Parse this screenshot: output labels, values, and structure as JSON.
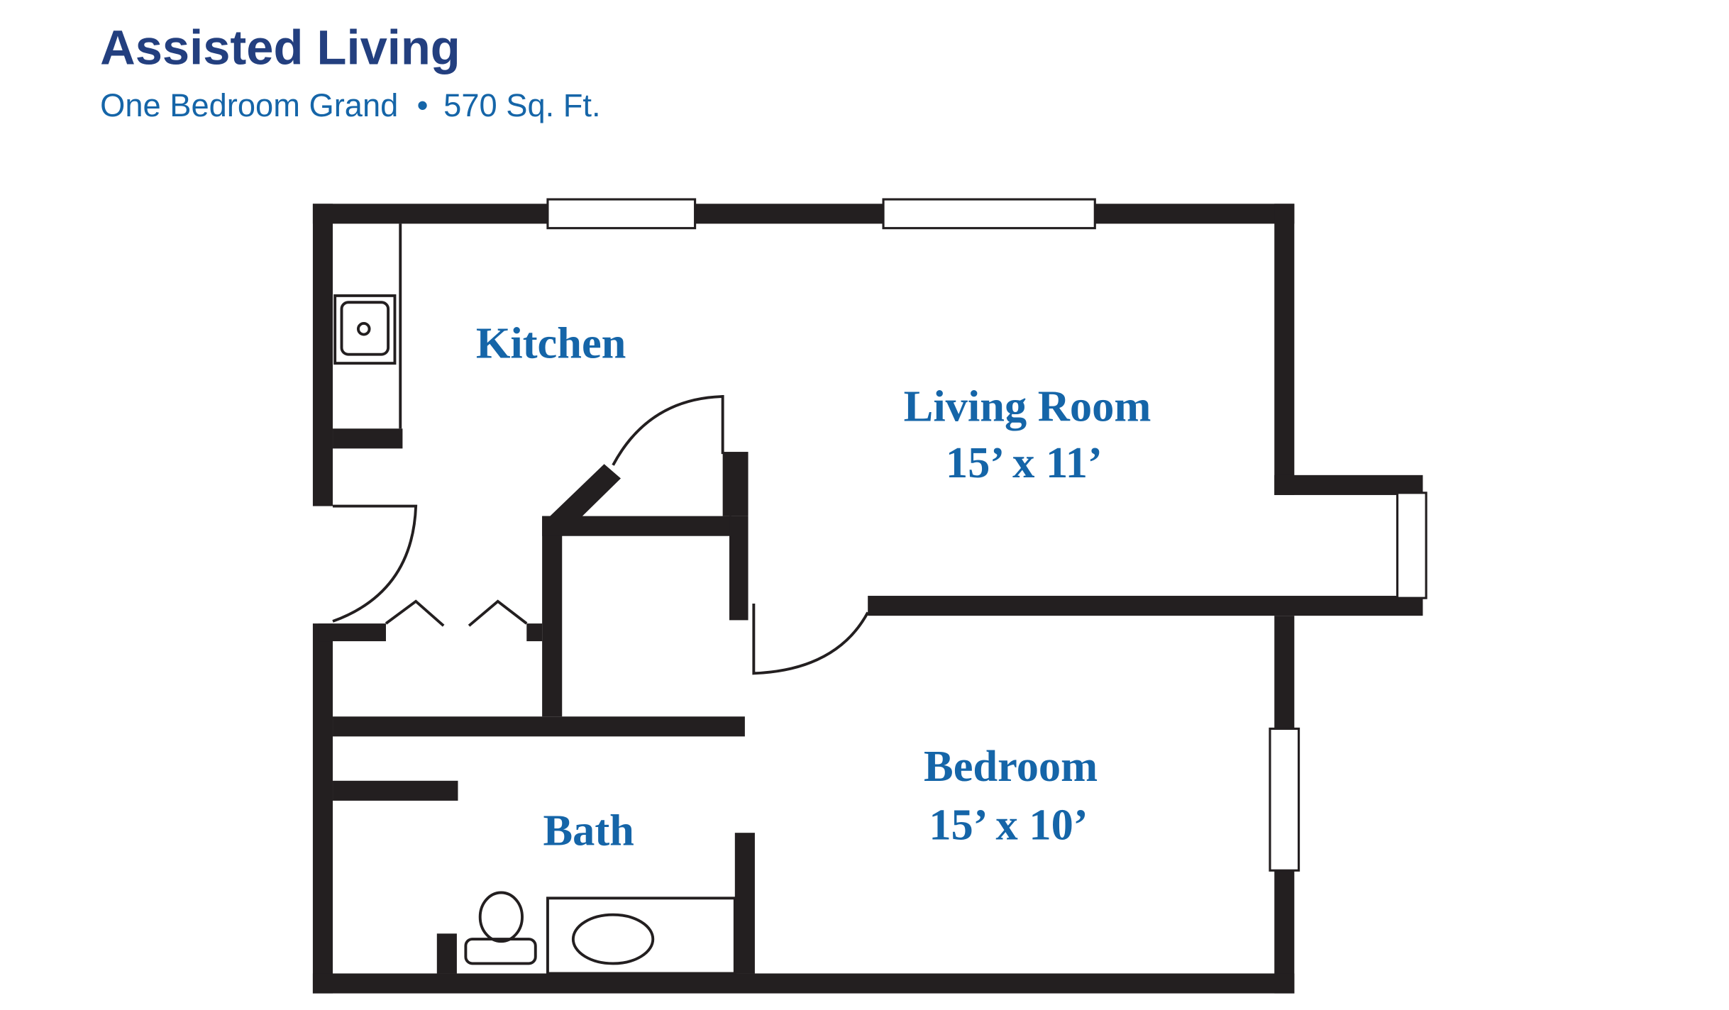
{
  "header": {
    "title": "Assisted Living",
    "plan_name": "One Bedroom Grand",
    "separator": "•",
    "area": "570 Sq. Ft."
  },
  "rooms": {
    "kitchen": {
      "label": "Kitchen"
    },
    "living_room": {
      "label": "Living Room",
      "dimensions": "15’ x 11’"
    },
    "bedroom": {
      "label": "Bedroom",
      "dimensions": "15’ x 10’"
    },
    "bath": {
      "label": "Bath"
    }
  },
  "colors": {
    "title": "#233f7f",
    "accent": "#1565a8",
    "walls": "#231f20"
  }
}
